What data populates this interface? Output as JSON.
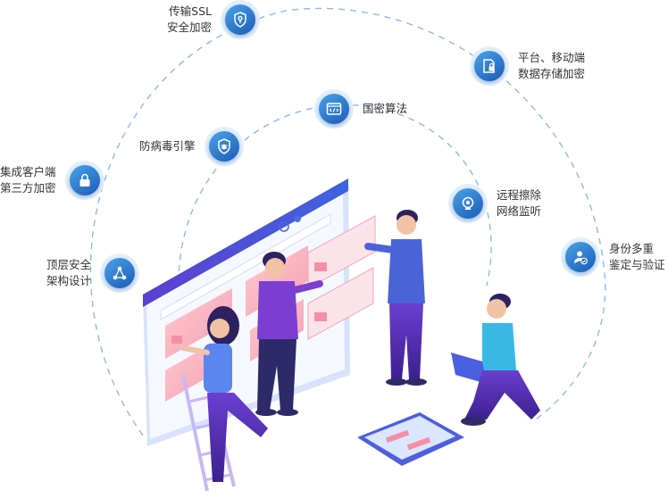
{
  "features": [
    {
      "id": "ssl",
      "lines": [
        "传输SSL",
        "安全加密"
      ],
      "icon": "key-shield-icon"
    },
    {
      "id": "storage",
      "lines": [
        "平台、移动端",
        "数据存储加密"
      ],
      "icon": "encrypted-file-icon"
    },
    {
      "id": "algo",
      "lines": [
        "国密算法"
      ],
      "icon": "code-window-icon"
    },
    {
      "id": "antivirus",
      "lines": [
        "防病毒引擎"
      ],
      "icon": "bug-shield-icon"
    },
    {
      "id": "thirdparty",
      "lines": [
        "集成客户端",
        "第三方加密"
      ],
      "icon": "padlock-icon"
    },
    {
      "id": "remote",
      "lines": [
        "远程擦除",
        "网络监听"
      ],
      "icon": "webcam-icon"
    },
    {
      "id": "auth",
      "lines": [
        "身份多重",
        "鉴定与验证"
      ],
      "icon": "user-verified-icon"
    },
    {
      "id": "arch",
      "lines": [
        "顶层安全",
        "架构设计"
      ],
      "icon": "network-nodes-icon"
    }
  ],
  "colors": {
    "accent": "#2f6fd6",
    "badge": "#e3effb",
    "dash": "#8fb8e8",
    "purple": "#6c3fc4"
  }
}
